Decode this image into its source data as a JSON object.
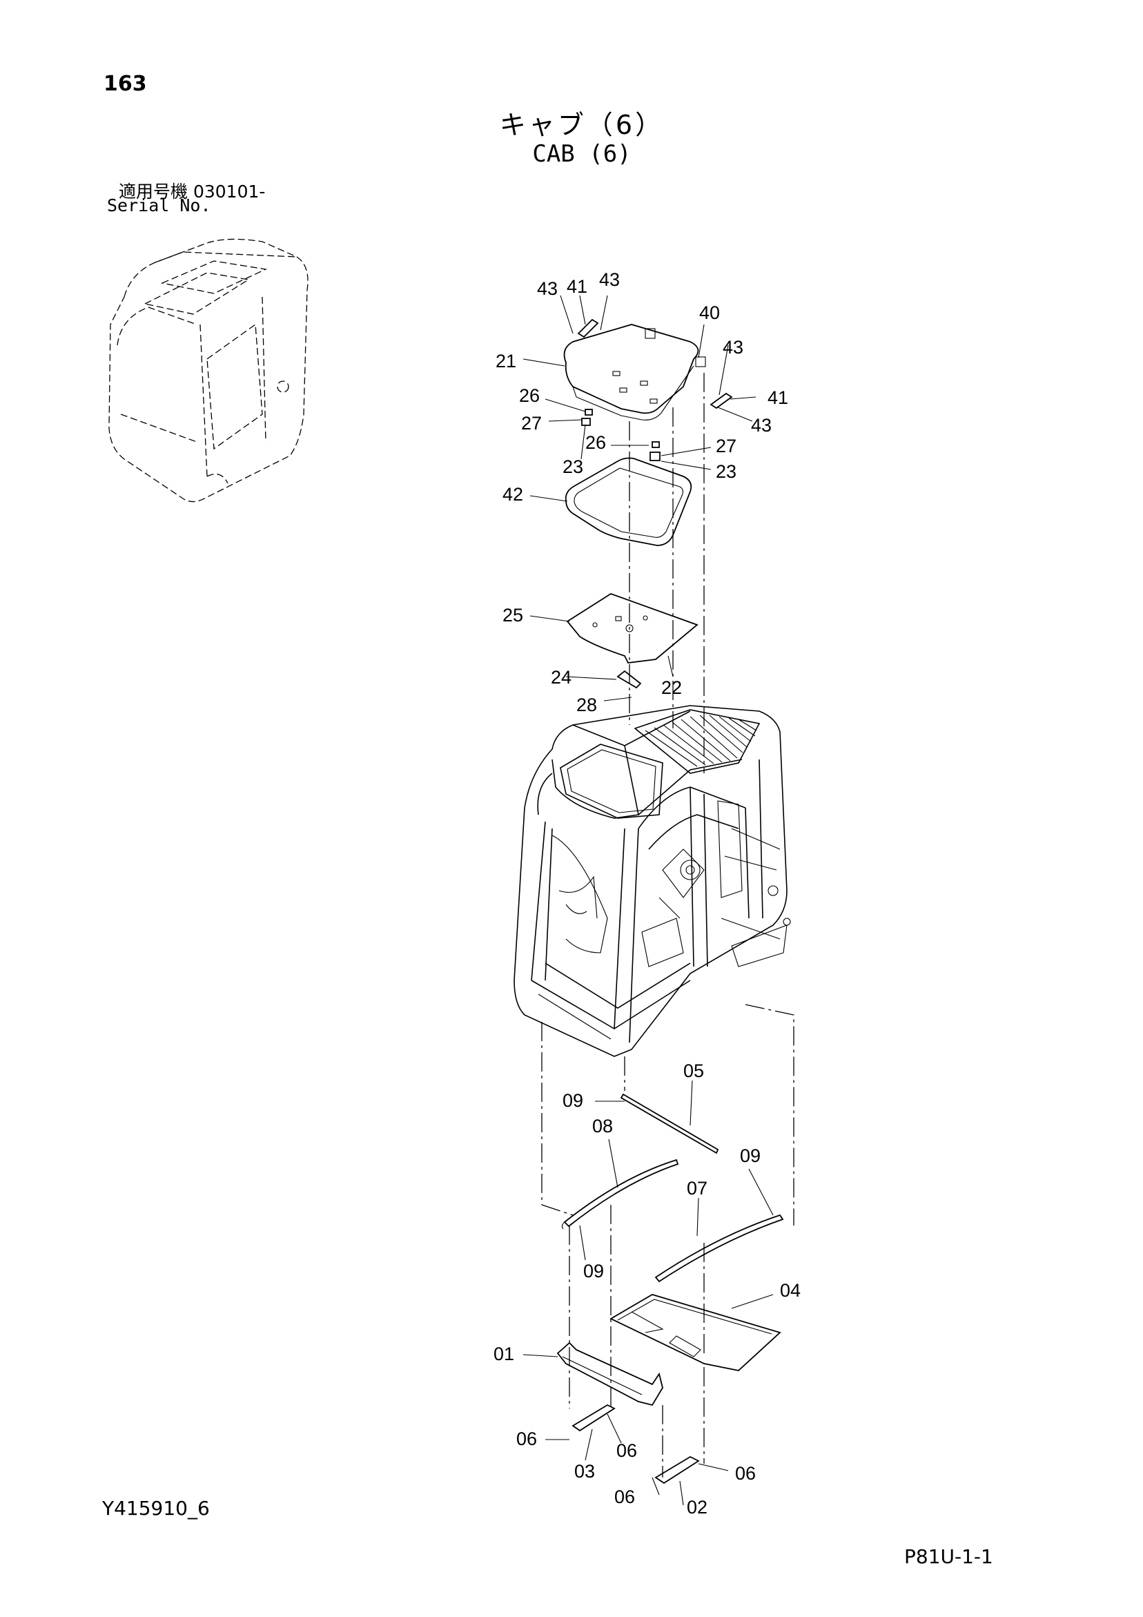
{
  "header": {
    "page_number": "163",
    "title_jp": "キャブ（6）",
    "title_en": "CAB (6)",
    "serial_label_jp": "適用号機  030101-",
    "serial_label_en": "Serial No."
  },
  "footer": {
    "doc_code": "Y415910_6",
    "page_ref": "P81U-1-1"
  },
  "callouts": {
    "c43a": "43",
    "c41a": "41",
    "c43b": "43",
    "c40": "40",
    "c21": "21",
    "c43c": "43",
    "c41b": "41",
    "c43d": "43",
    "c26a": "26",
    "c27a": "27",
    "c23a": "23",
    "c26b": "26",
    "c27b": "27",
    "c23b": "23",
    "c42": "42",
    "c25": "25",
    "c24": "24",
    "c22": "22",
    "c28": "28",
    "c05": "05",
    "c09a": "09",
    "c08": "08",
    "c09b": "09",
    "c07": "07",
    "c09c": "09",
    "c04": "04",
    "c01": "01",
    "c06a": "06",
    "c06b": "06",
    "c03": "03",
    "c06c": "06",
    "c06d": "06",
    "c02": "02"
  }
}
